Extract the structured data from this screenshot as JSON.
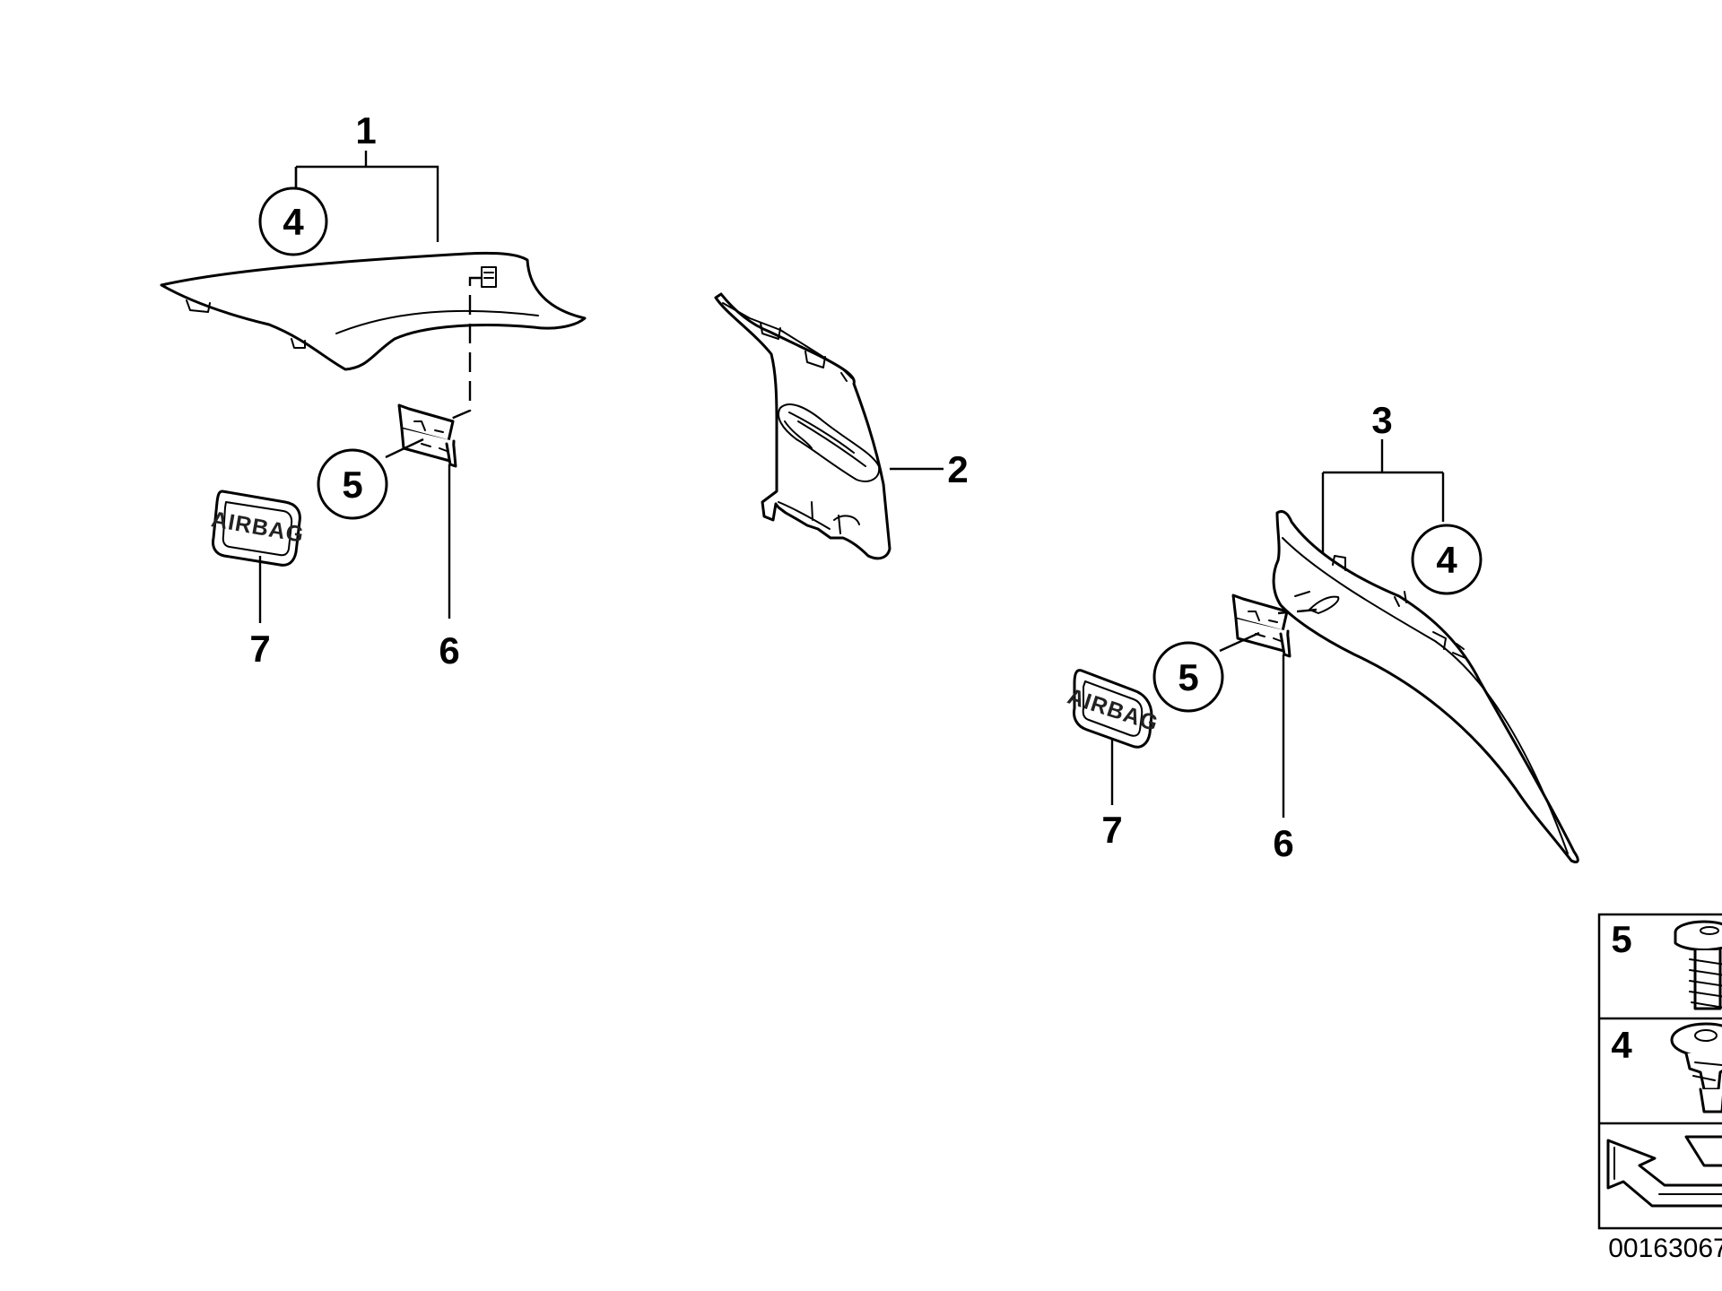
{
  "callouts": {
    "part_1": "1",
    "part_2": "2",
    "part_3": "3",
    "left_circle_4": "4",
    "left_circle_5": "5",
    "left_label_6": "6",
    "left_label_7": "7",
    "right_circle_4": "4",
    "right_circle_5": "5",
    "right_label_6": "6",
    "right_label_7": "7"
  },
  "badges": {
    "left_badge_text": "AIRBAG",
    "right_badge_text": "AIRBAG"
  },
  "legend": {
    "row_1_number": "5",
    "row_2_number": "4"
  },
  "document_number": "00163067"
}
